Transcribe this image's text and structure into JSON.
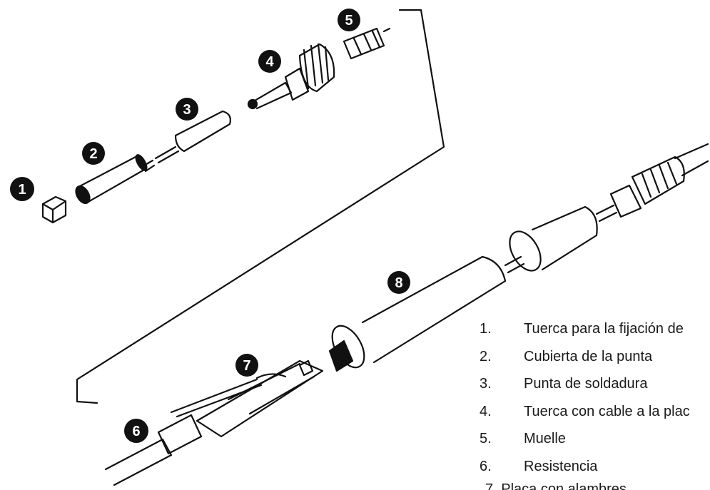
{
  "callouts": [
    "1",
    "2",
    "3",
    "4",
    "5",
    "6",
    "7",
    "8"
  ],
  "legend": {
    "items": [
      {
        "num": "1.",
        "text": "Tuerca para la fijación de"
      },
      {
        "num": "2.",
        "text": "Cubierta de la punta"
      },
      {
        "num": "3.",
        "text": "Punta de soldadura"
      },
      {
        "num": "4.",
        "text": "Tuerca con cable a la plac"
      },
      {
        "num": "5.",
        "text": "Muelle"
      },
      {
        "num": "6.",
        "text": "Resistencia"
      }
    ],
    "partial_last": "7. Placa con alambres"
  },
  "colors": {
    "ink": "#111111",
    "paper": "#ffffff"
  }
}
